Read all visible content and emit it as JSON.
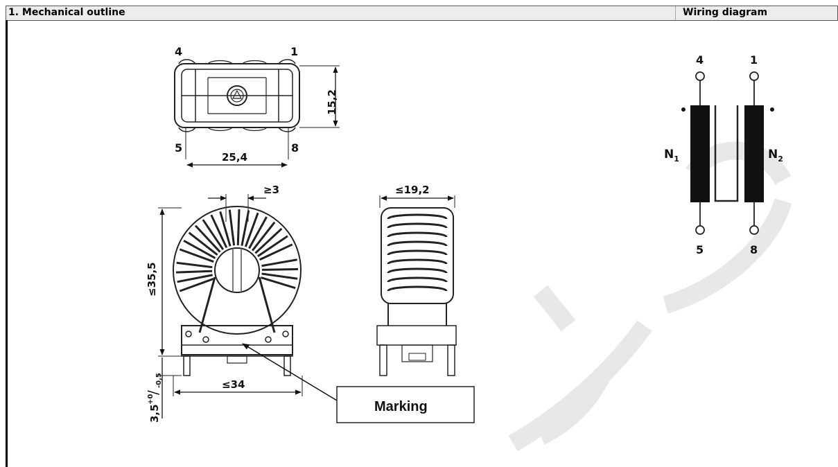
{
  "header": {
    "left_title": "1. Mechanical outline",
    "right_title": "Wiring diagram"
  },
  "top_view": {
    "pins": {
      "top_left": "4",
      "top_right": "1",
      "bottom_left": "5",
      "bottom_right": "8"
    },
    "dim_width": "25,4",
    "dim_height": "15,2"
  },
  "front_view": {
    "dim_gap": "≥3",
    "dim_height": "≤35,5",
    "dim_width": "≤34",
    "dim_pin_length": "3,5",
    "dim_pin_tol_upper": "+0",
    "dim_pin_tol_lower": "-0,5",
    "marking_label": "Marking"
  },
  "side_view": {
    "dim_width": "≤19,2"
  },
  "wiring": {
    "pins": {
      "top_left": "4",
      "top_right": "1",
      "bottom_left": "5",
      "bottom_right": "8"
    },
    "winding_1": "N",
    "winding_1_sub": "1",
    "winding_2": "N",
    "winding_2_sub": "2"
  },
  "watermark_color": "#e8e8e8"
}
